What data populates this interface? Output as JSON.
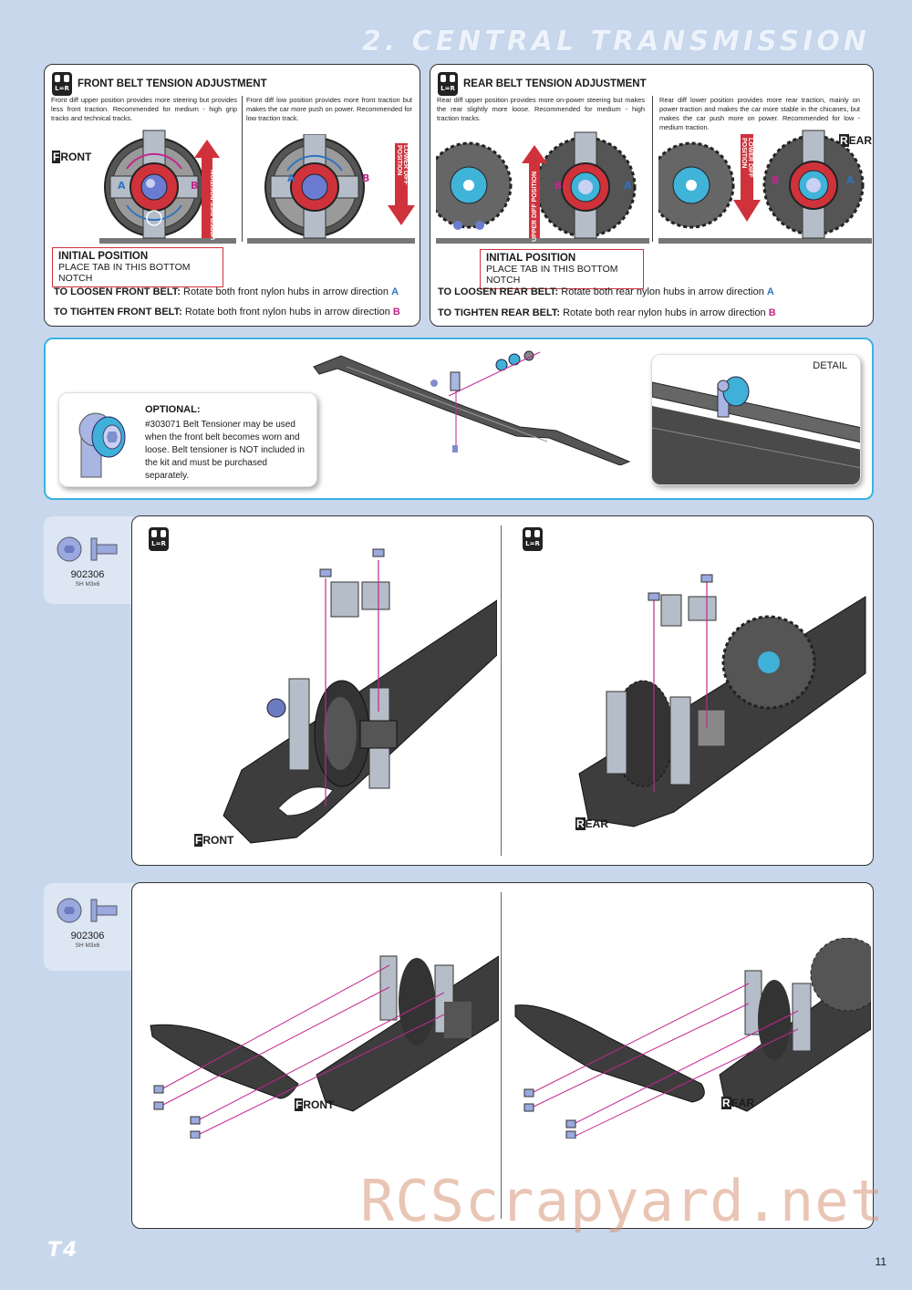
{
  "header": {
    "title": "2. CENTRAL TRANSMISSION"
  },
  "front_panel": {
    "title": "FRONT BELT TENSION ADJUSTMENT",
    "badge": "L=R",
    "upper_text": "Front diff upper position provides more steering but provides less front traction. Recommended for medium - high grip tracks and technical tracks.",
    "lower_text": "Front diff low position provides more front traction but makes the car more push on power. Recommended for low traction track.",
    "side_label": "FRONT",
    "upper_arrow": "UPPER DIFF POSITION",
    "lower_arrow": "LOWER DIFF POSITION",
    "hub_a": "A",
    "hub_b": "B",
    "initial_title": "INITIAL POSITION",
    "initial_sub": "PLACE TAB IN THIS BOTTOM NOTCH",
    "loosen_bold": "TO LOOSEN FRONT BELT:",
    "loosen_text": "Rotate both front nylon hubs in arrow direction",
    "loosen_letter": "A",
    "tighten_bold": "TO TIGHTEN FRONT BELT:",
    "tighten_text": "Rotate both front nylon hubs in arrow direction",
    "tighten_letter": "B"
  },
  "rear_panel": {
    "title": "REAR BELT TENSION ADJUSTMENT",
    "badge": "L=R",
    "upper_text": "Rear diff upper position provides more on-power steering but makes the rear slightly more loose. Recommended for medium - high traction tracks.",
    "lower_text": "Rear diff lower position provides more rear traction, mainly on power traction and makes the car more stable in the chicanes, but makes the car push more on power. Recommended for low - medium traction.",
    "side_label": "REAR",
    "upper_arrow": "UPPER DIFF POSITION",
    "lower_arrow": "LOWER DIFF POSITION",
    "hub_a": "A",
    "hub_b": "B",
    "initial_title": "INITIAL POSITION",
    "initial_sub": "PLACE TAB IN THIS BOTTOM NOTCH",
    "loosen_bold": "TO LOOSEN REAR BELT:",
    "loosen_text": "Rotate both rear nylon hubs in arrow direction",
    "loosen_letter": "A",
    "tighten_bold": "TO TIGHTEN REAR BELT:",
    "tighten_text": "Rotate both rear nylon hubs in arrow direction",
    "tighten_letter": "B"
  },
  "optional": {
    "title": "OPTIONAL:",
    "text": "#303071 Belt Tensioner may be used when the front belt becomes worn and loose. Belt tensioner is NOT included in the kit and must be purchased separately.",
    "detail_label": "DETAIL"
  },
  "step1": {
    "part_code": "902306",
    "part_desc": "SH M3x6",
    "badge": "L=R",
    "front_label": "FRONT",
    "rear_label": "REAR"
  },
  "step2": {
    "part_code": "902306",
    "part_desc": "SH M3x6",
    "front_label": "FRONT",
    "rear_label": "REAR"
  },
  "footer": {
    "watermark": "RCScrapyard.net",
    "logo": "T4",
    "page_number": "11"
  },
  "colors": {
    "accent_blue": "#3cb2e0",
    "arrow_red": "#d0323c",
    "dir_a": "#2f74c0",
    "dir_b": "#c2278c",
    "part_color": "#9aa9de"
  }
}
